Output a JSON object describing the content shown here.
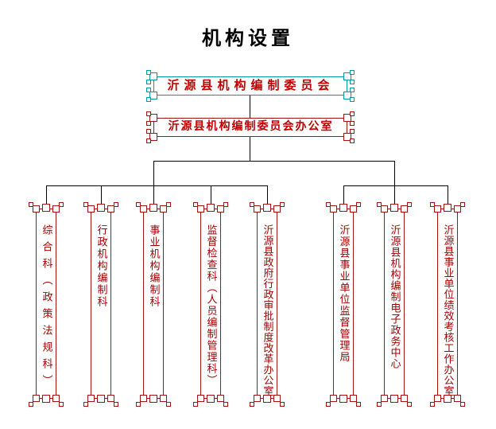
{
  "page": {
    "title": "机构设置"
  },
  "org": {
    "root": {
      "name": "沂源县机构编制委员会"
    },
    "office": {
      "name": "沂源县机构编制委员会办公室"
    },
    "departments": [
      {
        "name": "综合科（政策法规科）"
      },
      {
        "name": "行政机构编制科"
      },
      {
        "name": "事业机构编制科"
      },
      {
        "name": "监督检查科（人员编制管理科）"
      },
      {
        "name": "沂源县政府行政审批制度改革办公室"
      },
      {
        "name": "沂源县事业单位监督管理局"
      },
      {
        "name": "沂源县机构编制电子政务中心"
      },
      {
        "name": "沂源县事业单位绩效考核工作办公室"
      }
    ]
  },
  "colors": {
    "root_frame": "#0099a0",
    "red_frame": "#a31515",
    "ornament_red": "#b12020",
    "banner_text": "#c00000",
    "department_text": "#a50000",
    "connector": "#000000",
    "background": "#ffffff",
    "title_text": "#000000"
  }
}
